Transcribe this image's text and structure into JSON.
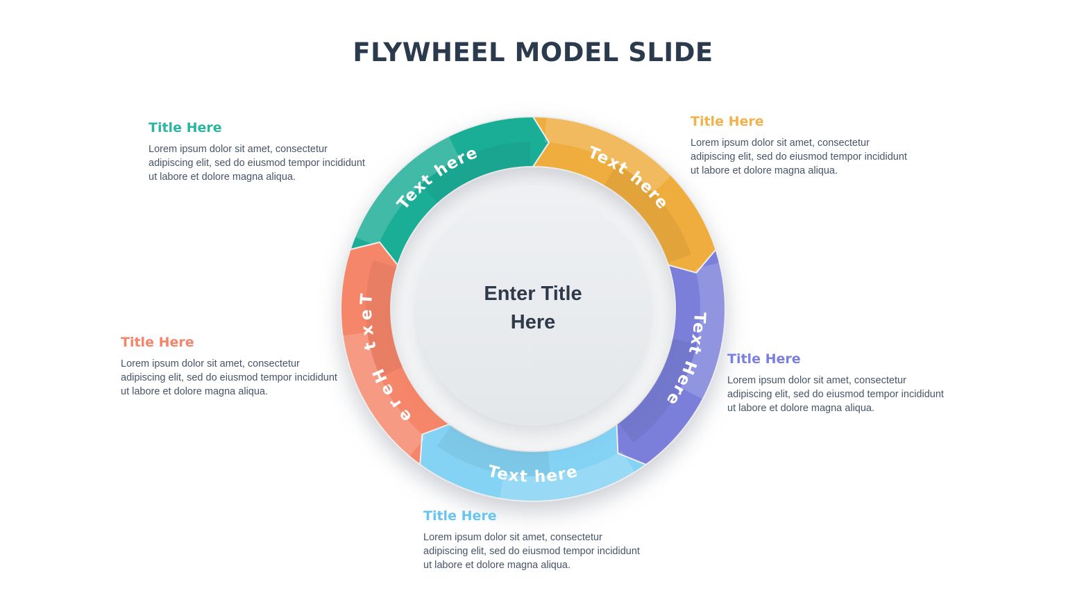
{
  "slide": {
    "title": "FLYWHEEL MODEL SLIDE"
  },
  "wheel": {
    "center_label": "Enter Title\nHere",
    "center_fill_top": "#edeff2",
    "center_fill_bottom": "#e4e7ea"
  },
  "sections": [
    {
      "name": "teal",
      "arc_label": "Text here",
      "color": "#1bae97",
      "title_color": "#2cb6a1",
      "title": "Title Here",
      "body": "Lorem ipsum dolor sit amet, consectetur\nadipiscing elit, sed do eiusmod tempor incididunt\nut labore et dolore magna aliqua."
    },
    {
      "name": "yellow",
      "arc_label": "Text here",
      "color": "#efad3e",
      "title_color": "#f3b14a",
      "title": "Title Here",
      "body": "Lorem ipsum dolor sit amet, consectetur\nadipiscing elit, sed do eiusmod tempor incididunt\nut labore et dolore magna aliqua."
    },
    {
      "name": "purple",
      "arc_label": "Text Here",
      "color": "#7b7fd9",
      "title_color": "#7b80e0",
      "title": "Title Here",
      "body": "Lorem ipsum dolor sit amet, consectetur\nadipiscing elit, sed do eiusmod tempor incididunt\nut labore et dolore magna aliqua."
    },
    {
      "name": "blue",
      "arc_label": "Text here",
      "color": "#84d2f4",
      "title_color": "#67c5ef",
      "title": "Title Here",
      "body": "Lorem ipsum dolor sit amet, consectetur\nadipiscing elit, sed do eiusmod tempor incididunt\nut labore et dolore magna aliqua."
    },
    {
      "name": "salmon",
      "arc_label": "Text Here",
      "color": "#f5866a",
      "title_color": "#f58468",
      "title": "Title Here",
      "body": "Lorem ipsum dolor sit amet, consectetur\nadipiscing elit, sed do eiusmod tempor incididunt\nut labore et dolore magna aliqua."
    }
  ]
}
